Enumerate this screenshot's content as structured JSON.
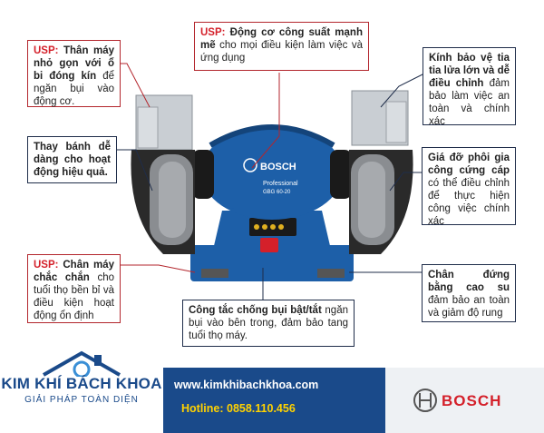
{
  "callouts": {
    "c1": {
      "usp": "USP:",
      "bold": "Thân máy nhỏ gọn với ổ bi đóng kín",
      "rest": " để ngăn bụi vào động cơ."
    },
    "c2": {
      "usp": "USP:",
      "bold": "Động cơ công suất mạnh mẽ",
      "rest": " cho mọi điều kiện làm việc và ứng dụng"
    },
    "c3": {
      "bold": "Kính bảo vệ tia tia lửa lớn và dễ điều chỉnh",
      "rest": " đảm bảo làm việc an toàn và chính xác"
    },
    "c4": {
      "bold": "Thay bánh dễ dàng cho hoạt động hiệu quả."
    },
    "c5": {
      "bold": "Giá đỡ phôi gia công cứng cáp",
      "rest": " có thể điều chỉnh để thực hiện công việc chính xác"
    },
    "c6": {
      "usp": "USP:",
      "bold": "Chân máy chắc chắn",
      "rest": " cho tuổi thọ bền bỉ và điều kiện hoạt động ổn định"
    },
    "c7": {
      "bold": "Chân đứng bằng cao su",
      "rest": " đảm bảo an toàn và giảm độ rung"
    },
    "c8": {
      "bold": "Công tắc chống bụi bật/tắt",
      "rest": " ngăn bụi vào bên trong, đảm bảo tang tuổi thọ máy."
    }
  },
  "product": {
    "brand": "BOSCH",
    "line": "Professional",
    "model": "GBG 60-20"
  },
  "banner": {
    "company": "KIM KHÍ BÁCH KHOA",
    "tagline": "GIẢI PHÁP TOÀN DIỆN",
    "website": "www.kimkhibachkhoa.com",
    "hotline": "Hotline: 0858.110.456",
    "bosch": "BOSCH"
  },
  "colors": {
    "usp_red": "#d4202a",
    "frame_red": "#b3262d",
    "frame_dark": "#1f2d4a",
    "banner_blue": "#1a4a8a",
    "hotline_yellow": "#ffd200",
    "body_blue": "#1d5fa8"
  }
}
